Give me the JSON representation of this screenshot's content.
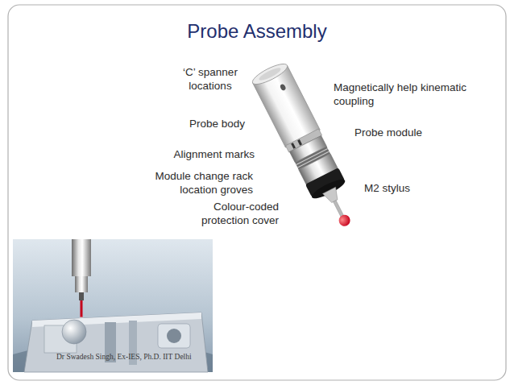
{
  "diagram": {
    "title": "Probe Assembly",
    "labels": [
      "‘C’ spanner locations",
      "Probe body",
      "Alignment marks",
      "Module change rack location groves",
      "Colour-coded protection cover",
      "Magnetically help kinematic coupling",
      "Probe module",
      "M2 stylus",
      "Dr Swadesh Singh, Ex-IES, Ph.D. IIT Delhi"
    ]
  }
}
